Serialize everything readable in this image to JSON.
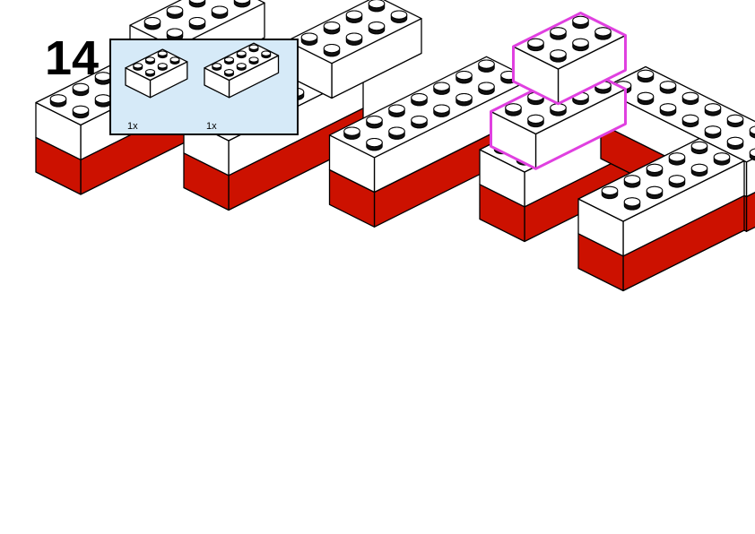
{
  "step": {
    "number": "14"
  },
  "parts_list": {
    "items": [
      {
        "name": "brick-2x3-white",
        "quantity": "1x"
      },
      {
        "name": "brick-2x4-white",
        "quantity": "1x"
      }
    ]
  },
  "colors": {
    "brick_white": "#ffffff",
    "brick_red": "#cc1100",
    "stud_black": "#111111",
    "highlight": "#e040e0",
    "panel_bg": "#d6eaf8",
    "outline": "#000000"
  }
}
